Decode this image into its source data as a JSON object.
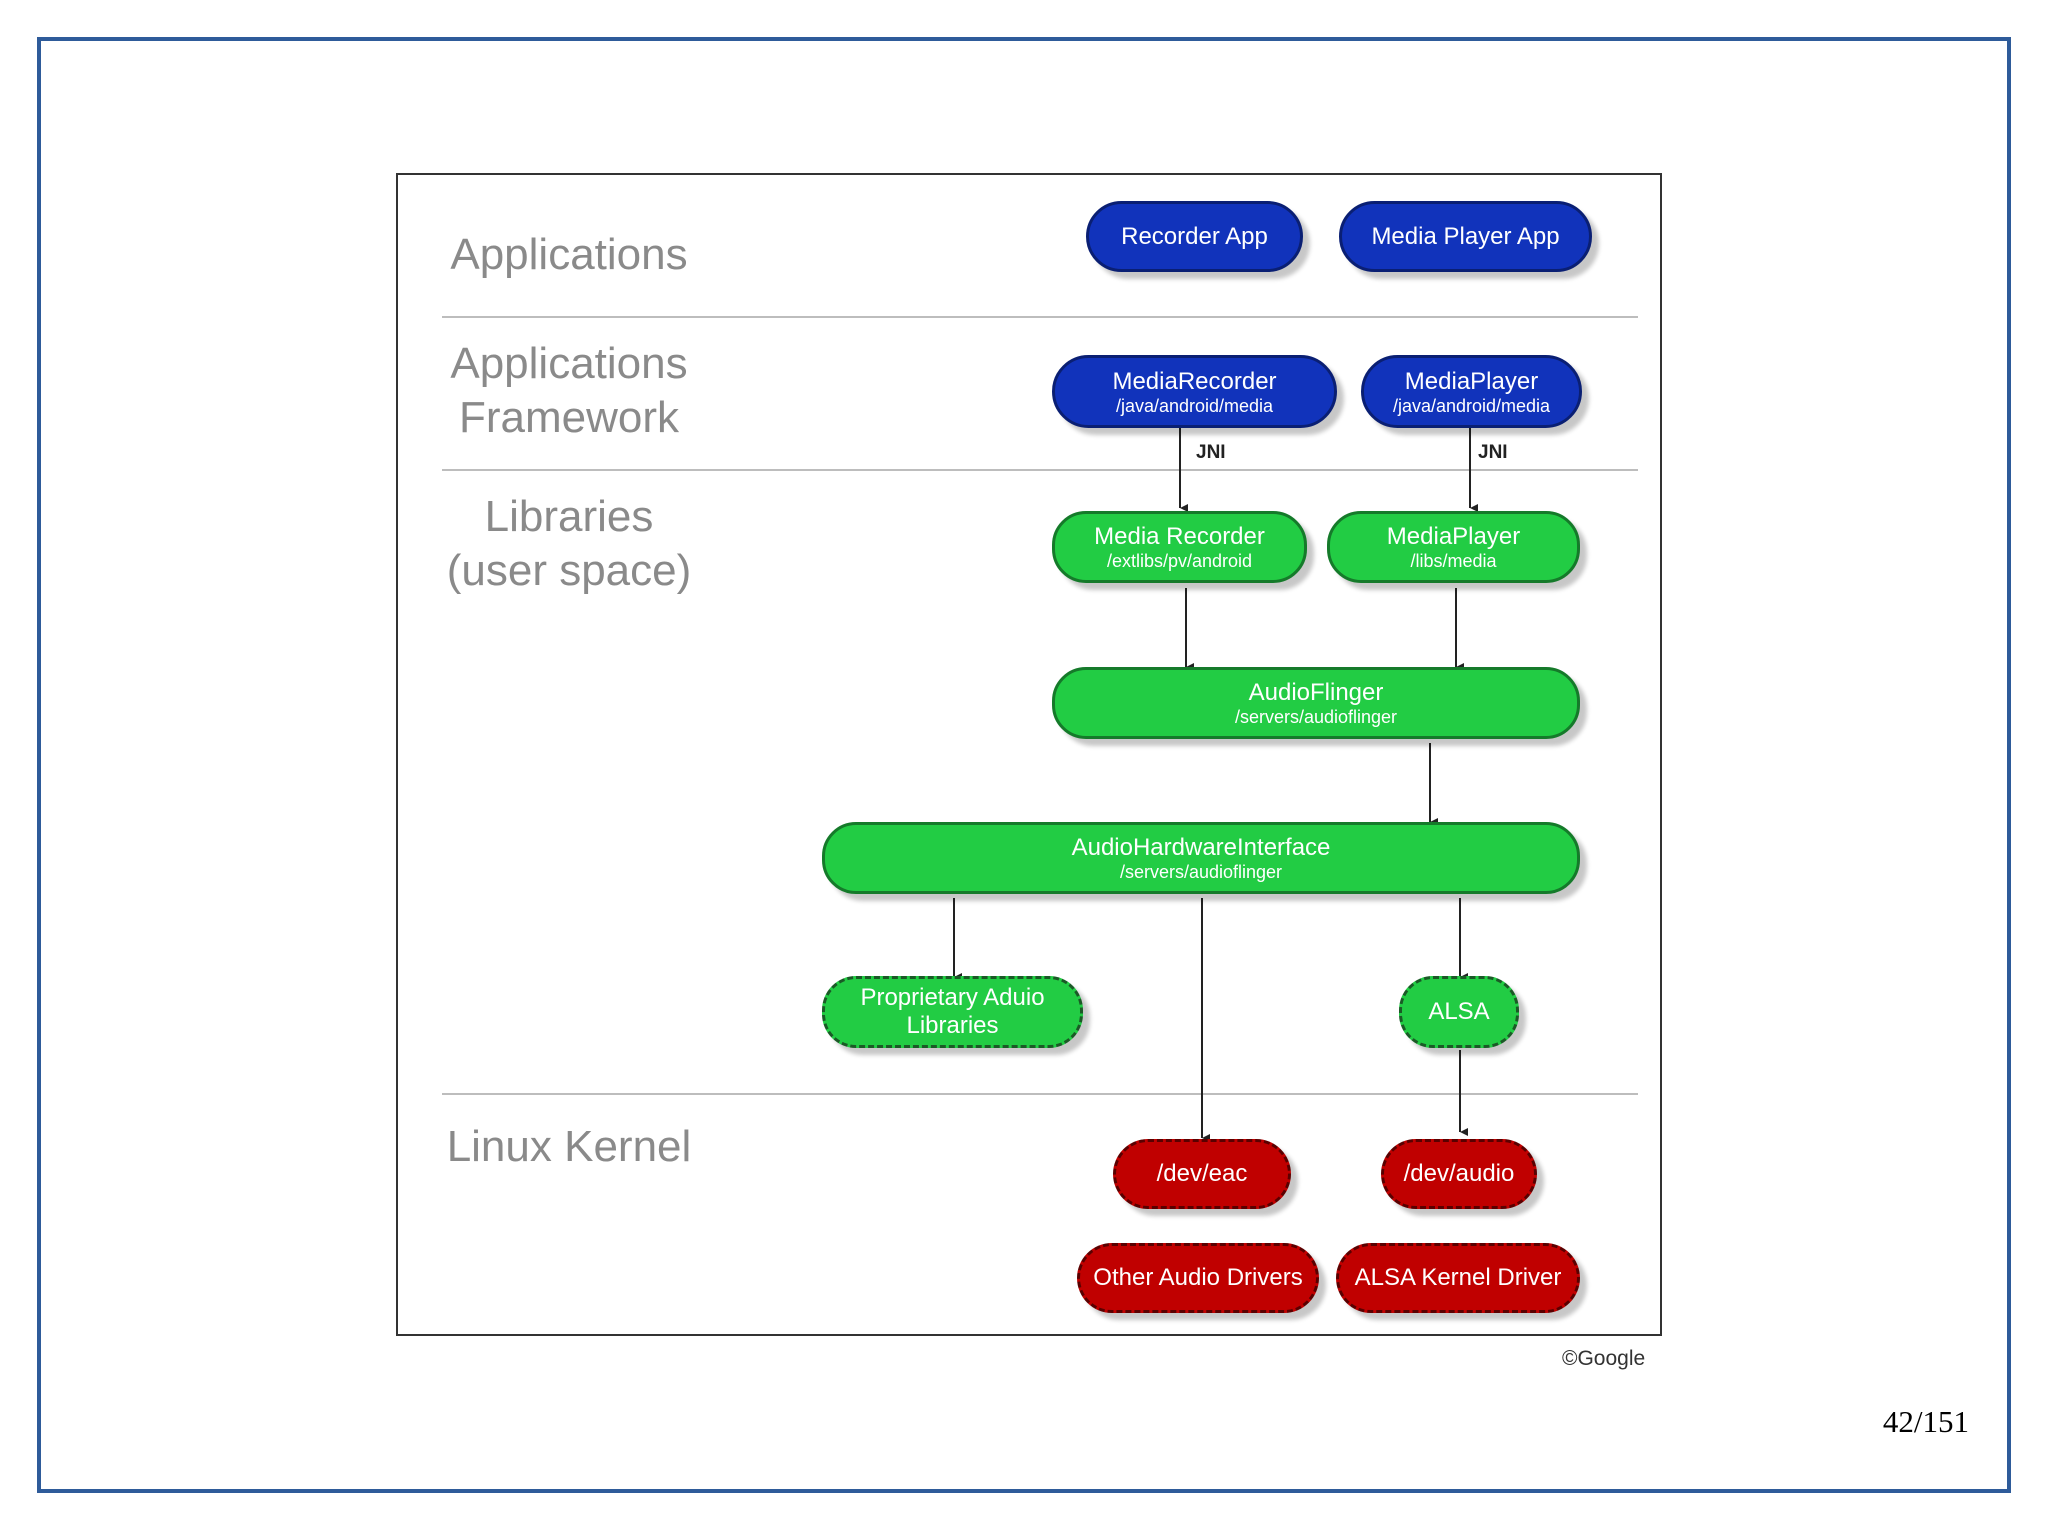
{
  "layers": {
    "applications": "Applications",
    "framework": [
      "Applications",
      "Framework"
    ],
    "libraries": [
      "Libraries",
      "(user space)"
    ],
    "kernel": "Linux Kernel"
  },
  "nodes": {
    "recorder_app": {
      "title": "Recorder App"
    },
    "media_player_app": {
      "title": "Media Player App"
    },
    "media_recorder_java": {
      "title": "MediaRecorder",
      "sub": "/java/android/media"
    },
    "media_player_java": {
      "title": "MediaPlayer",
      "sub": "/java/android/media"
    },
    "media_recorder_lib": {
      "title": "Media Recorder",
      "sub": "/extlibs/pv/android"
    },
    "media_player_lib": {
      "title": "MediaPlayer",
      "sub": "/libs/media"
    },
    "audioflinger": {
      "title": "AudioFlinger",
      "sub": "/servers/audioflinger"
    },
    "audio_hw_interface": {
      "title": "AudioHardwareInterface",
      "sub": "/servers/audioflinger"
    },
    "proprietary_libs": {
      "title": "Proprietary Aduio Libraries"
    },
    "alsa": {
      "title": "ALSA"
    },
    "dev_eac": {
      "title": "/dev/eac"
    },
    "dev_audio": {
      "title": "/dev/audio"
    },
    "other_audio_drivers": {
      "title": "Other Audio Drivers"
    },
    "alsa_kernel_driver": {
      "title": "ALSA Kernel Driver"
    }
  },
  "edge_labels": {
    "jni_left": "JNI",
    "jni_right": "JNI"
  },
  "copyright": "©Google",
  "page_number": "42/151",
  "colors": {
    "frame": "#2e5b9a",
    "app_blue": "#1133bb",
    "library_green": "#22cc44",
    "kernel_red": "#c00000"
  }
}
